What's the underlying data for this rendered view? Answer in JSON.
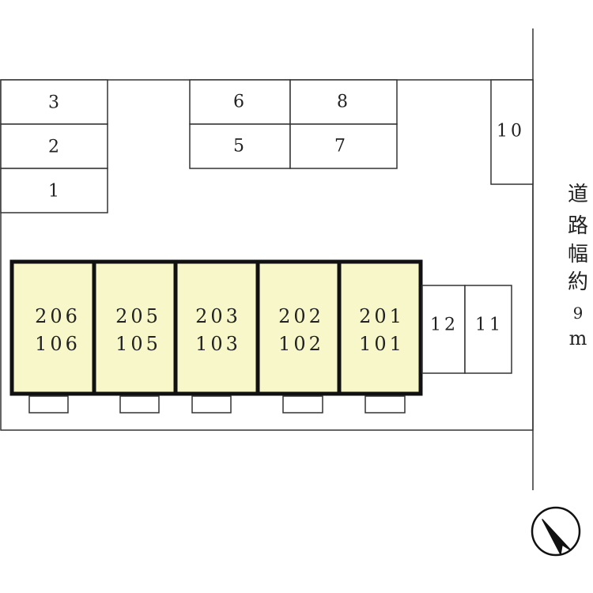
{
  "parking": {
    "p3": "3",
    "p2": "2",
    "p1": "1",
    "p6": "6",
    "p5": "5",
    "p8": "8",
    "p7": "7",
    "p10": "10",
    "p12": "12",
    "p11": "11"
  },
  "units": {
    "u1": {
      "upper": "206",
      "lower": "106"
    },
    "u2": {
      "upper": "205",
      "lower": "105"
    },
    "u3": {
      "upper": "203",
      "lower": "103"
    },
    "u4": {
      "upper": "202",
      "lower": "102"
    },
    "u5": {
      "upper": "201",
      "lower": "101"
    }
  },
  "road": {
    "c1": "道",
    "c2": "路",
    "c3": "幅",
    "c4": "約",
    "width": "9",
    "unit": "m"
  },
  "colors": {
    "unit_fill": "#f7f7c9",
    "outline": "#111111"
  },
  "compass": {
    "icon": "north-arrow-icon"
  }
}
